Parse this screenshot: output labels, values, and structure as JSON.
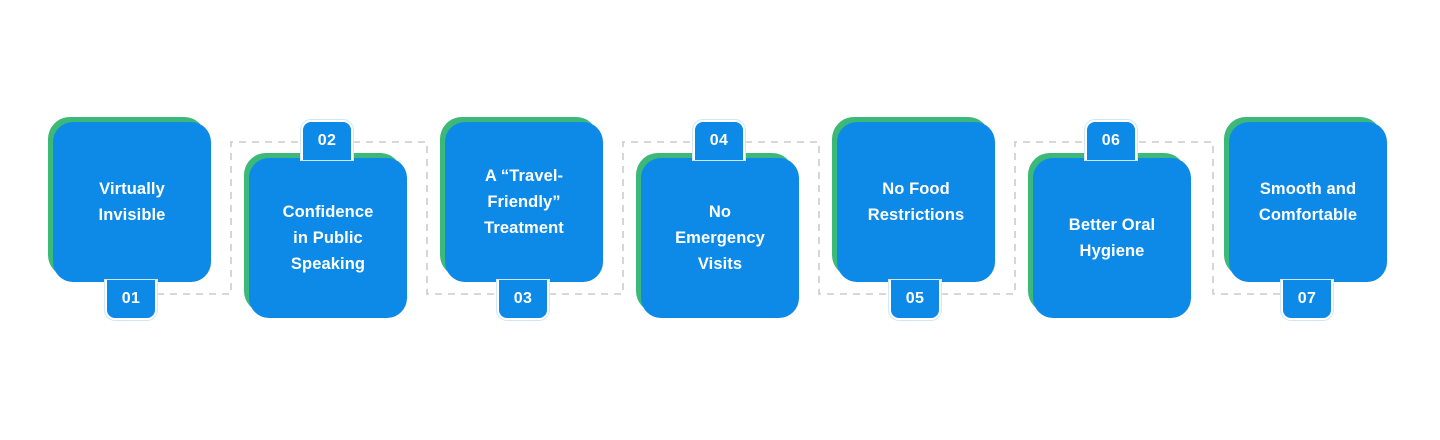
{
  "infographic": {
    "type": "numbered-step-flow",
    "step_count": 7,
    "colors": {
      "card_fill": "#0d8ae8",
      "card_outline": "#3cb878",
      "badge_fill": "#0d8ae8",
      "badge_border": "#ffffff",
      "badge_outer_edge": "#cfe6fb",
      "title_text": "#ffffff",
      "connector_line": "#cccccc",
      "background": "#ffffff"
    },
    "connector_style": "dashed",
    "steps": [
      {
        "number": "01",
        "title": "Virtually\nInvisible",
        "badge_position": "bottom"
      },
      {
        "number": "02",
        "title": "Confidence\nin Public\nSpeaking",
        "badge_position": "top"
      },
      {
        "number": "03",
        "title": "A “Travel-\nFriendly”\nTreatment",
        "badge_position": "bottom"
      },
      {
        "number": "04",
        "title": "No\nEmergency\nVisits",
        "badge_position": "top"
      },
      {
        "number": "05",
        "title": "No Food\nRestrictions",
        "badge_position": "bottom"
      },
      {
        "number": "06",
        "title": "Better Oral\nHygiene",
        "badge_position": "top"
      },
      {
        "number": "07",
        "title": "Smooth and\nComfortable",
        "badge_position": "bottom"
      }
    ]
  }
}
